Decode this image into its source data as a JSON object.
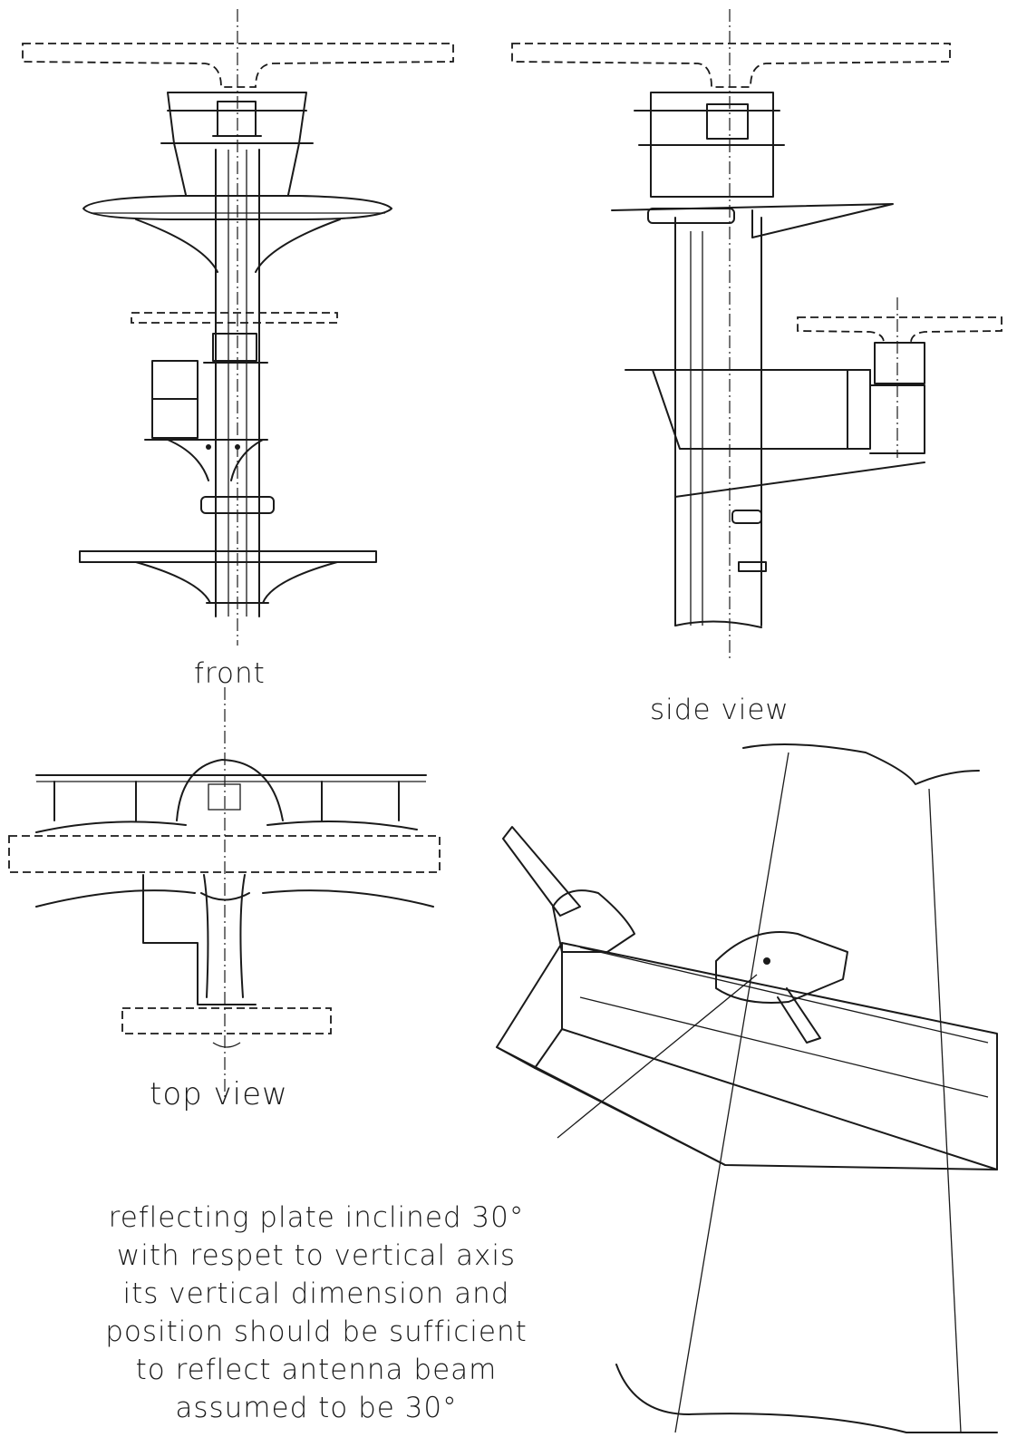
{
  "labels": {
    "front": "front",
    "side_view": "side view",
    "top_view": "top view"
  },
  "note_lines": [
    "reflecting plate inclined 30°",
    "with respet to vertical axis",
    "its vertical dimension and",
    "position should be sufficient",
    "to reflect antenna beam",
    "assumed to be 30°"
  ],
  "colors": {
    "ink": "#1a1a1a",
    "paper": "#ffffff"
  }
}
